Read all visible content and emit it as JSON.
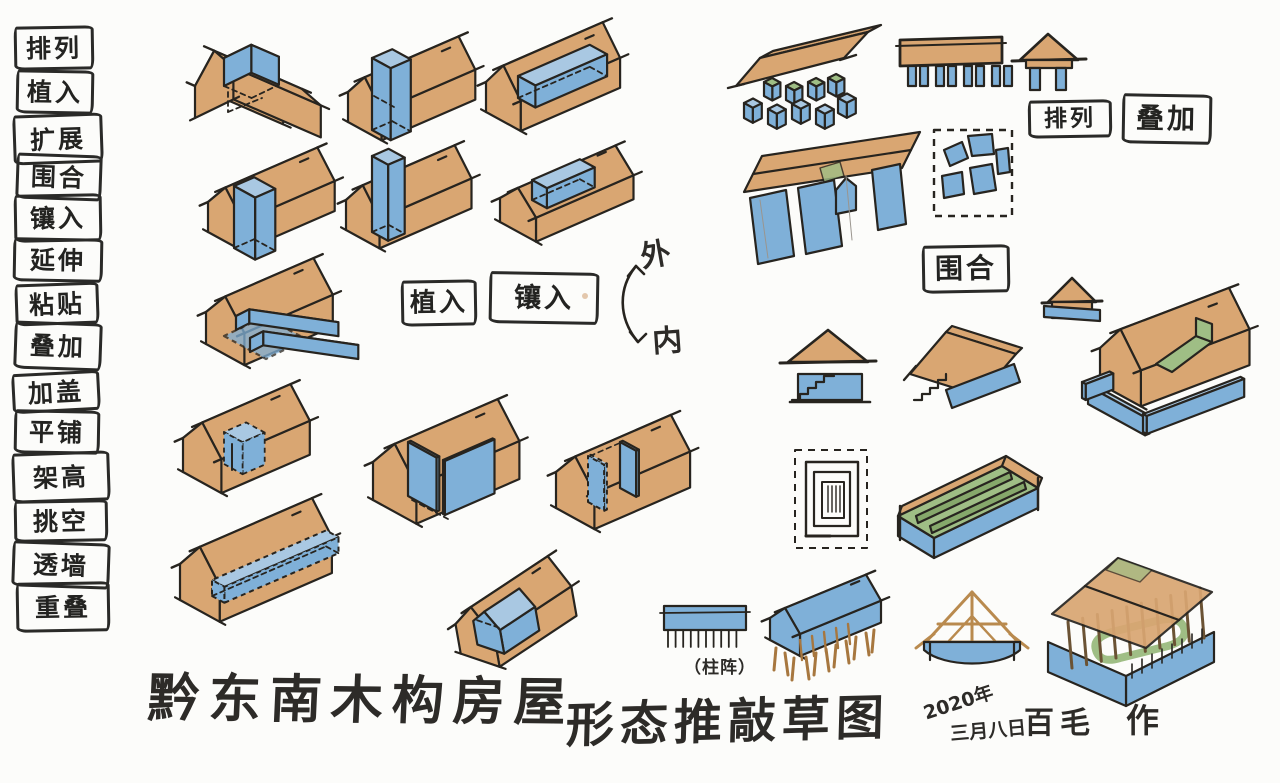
{
  "palette": {
    "paper": "#fcfcfa",
    "ink": "#27241f",
    "tan": "#d9a672",
    "tan_stroke": "#8a6a3f",
    "blue": "#7fb0d8",
    "blue_light": "#a9c8e2",
    "green": "#9fbe85",
    "grey_guide": "#9a958e"
  },
  "operations": [
    {
      "id": "pailie",
      "label": "排列"
    },
    {
      "id": "zhiru",
      "label": "植入"
    },
    {
      "id": "kuozhan",
      "label": "扩展"
    },
    {
      "id": "weihe",
      "label": "围合"
    },
    {
      "id": "xiangru",
      "label": "镶入"
    },
    {
      "id": "yanshen",
      "label": "延伸"
    },
    {
      "id": "niantie",
      "label": "粘贴"
    },
    {
      "id": "diejia",
      "label": "叠加"
    },
    {
      "id": "jiagai",
      "label": "加盖"
    },
    {
      "id": "pingpu",
      "label": "平铺"
    },
    {
      "id": "jiagao",
      "label": "架高"
    },
    {
      "id": "tiaokong",
      "label": "挑空"
    },
    {
      "id": "touqiang",
      "label": "透墙"
    },
    {
      "id": "chongdie",
      "label": "重叠"
    }
  ],
  "mid_labels": {
    "implant": "植入",
    "inlay": "镶入"
  },
  "right_labels": {
    "arrange": "排列",
    "stack": "叠加",
    "enclose": "围合"
  },
  "arrow": {
    "outside": "外",
    "inside": "内"
  },
  "captions": {
    "main": "黔东南木构房屋",
    "column_note": "（柱阵）",
    "sub": "形态推敲草图",
    "date_year": "2020年",
    "date_month_day": "三月八日",
    "author": "百毛",
    "made_by": "作"
  }
}
